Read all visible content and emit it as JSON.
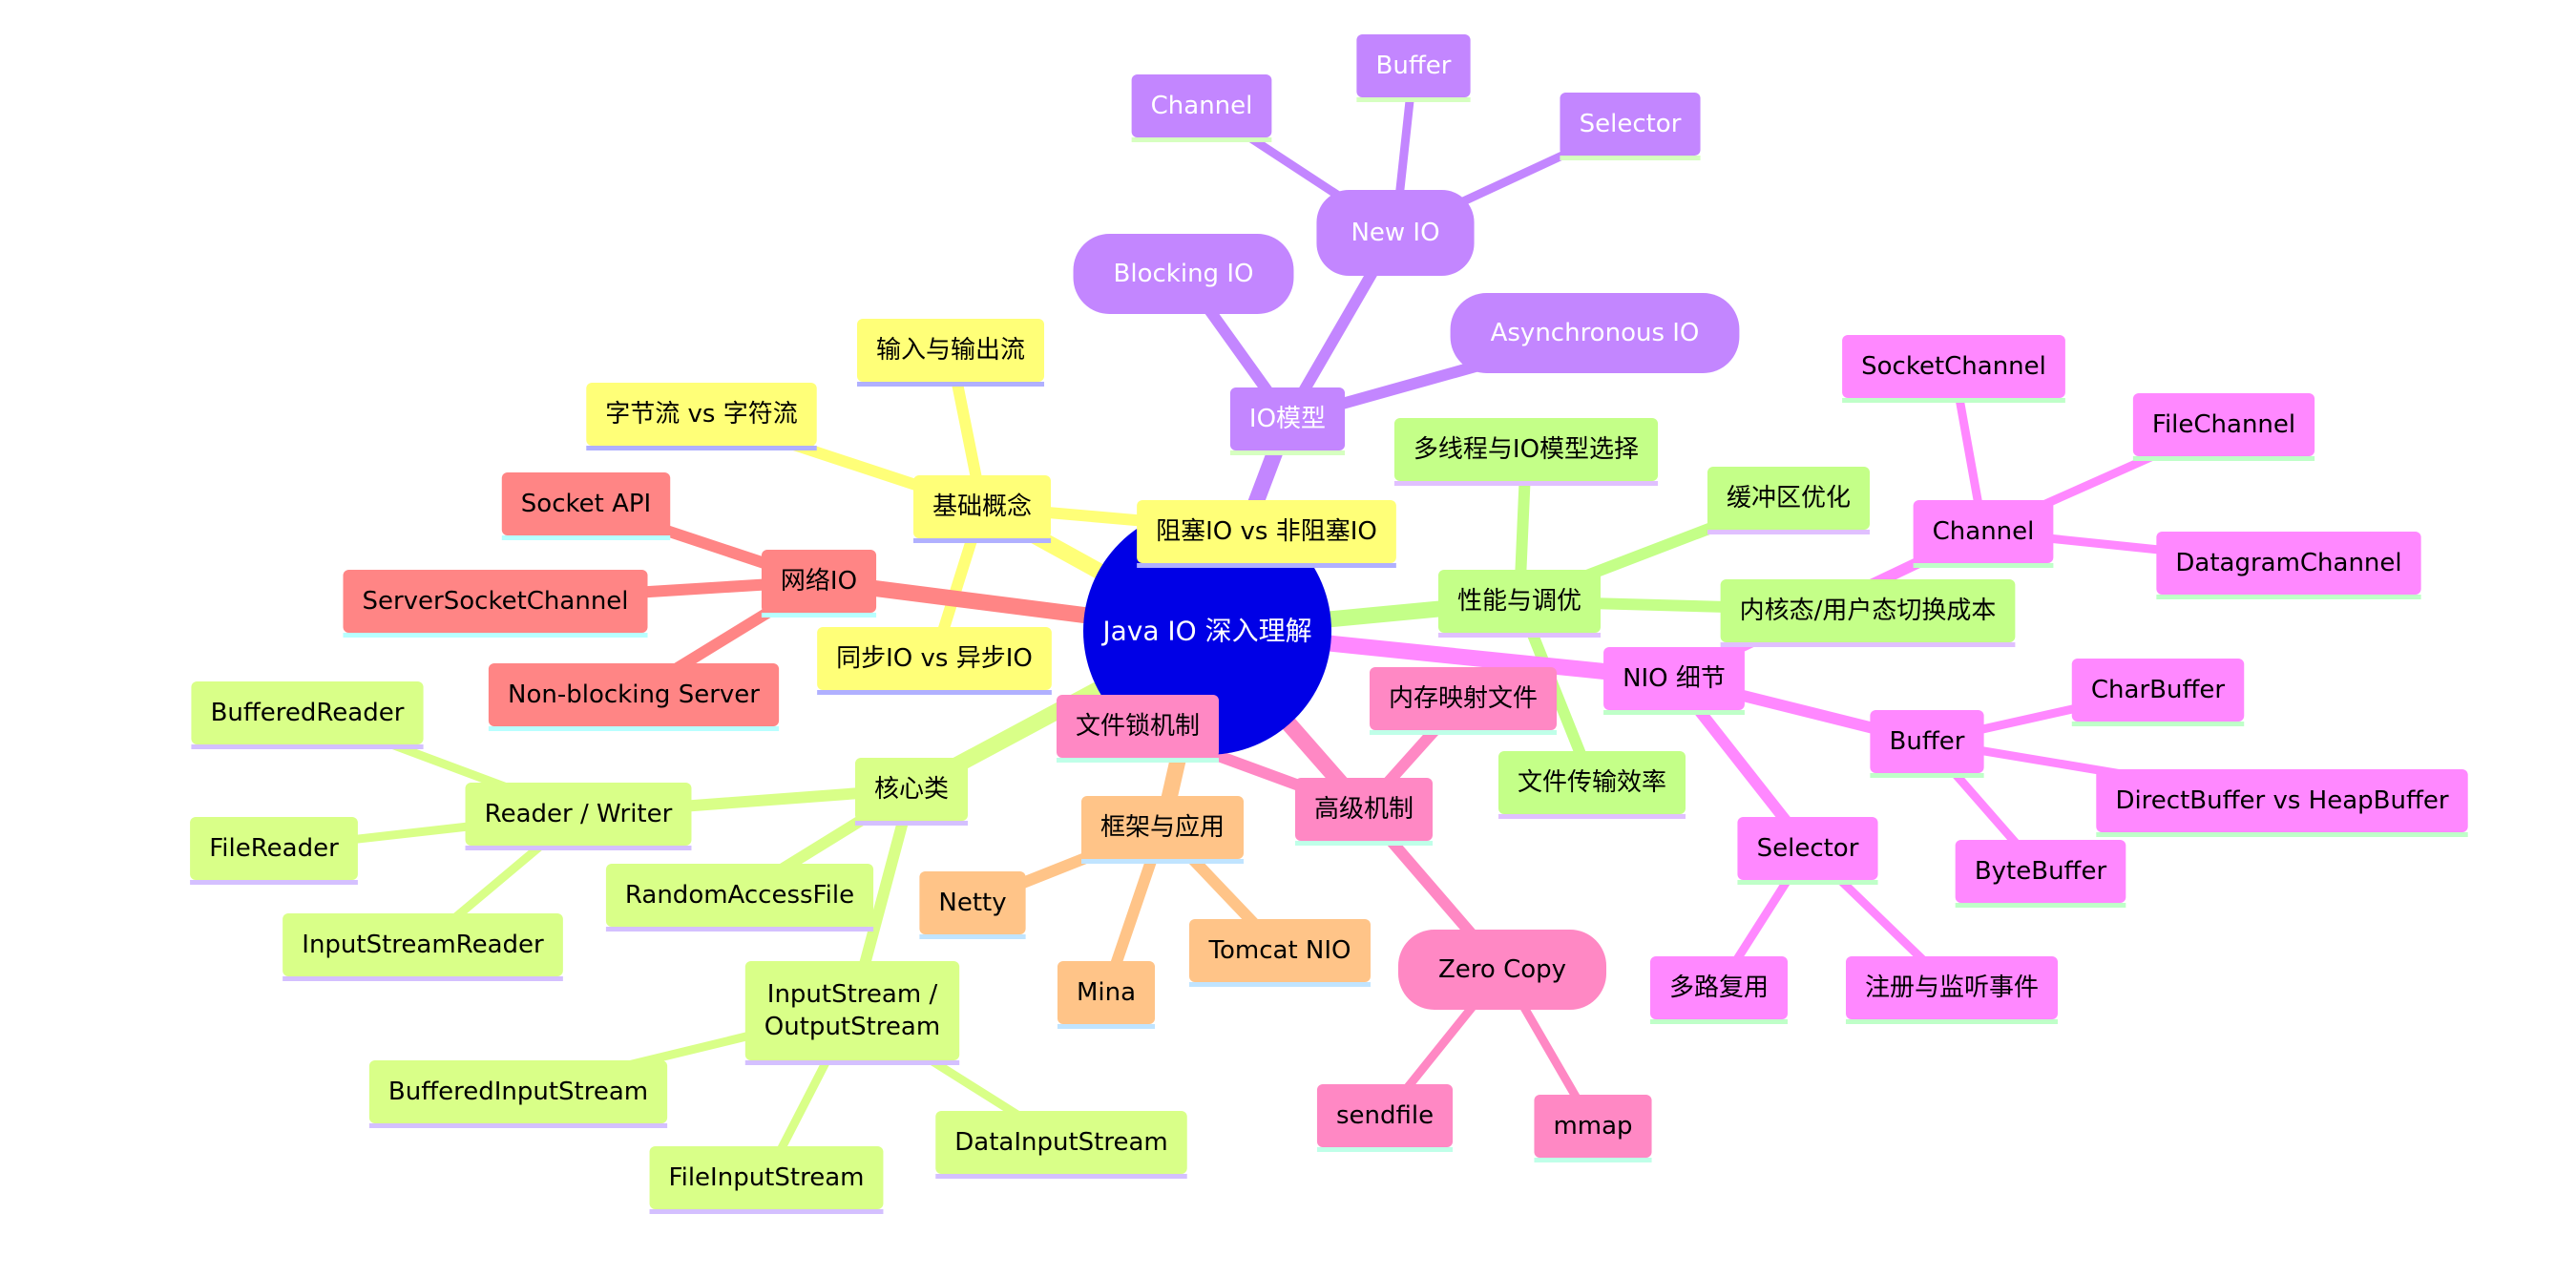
{
  "mindmap": {
    "root": {
      "label": "Java IO 深入理解",
      "color": "#0000e6",
      "text_color": "#ffffff"
    },
    "branches": [
      {
        "label": "基础概念",
        "color": "#ffff78",
        "stripe": "#b0b0ff",
        "text_color": "#000000",
        "children": [
          {
            "label": "输入与输出流"
          },
          {
            "label": "字节流 vs 字符流"
          },
          {
            "label": "阻塞IO vs 非阻塞IO"
          },
          {
            "label": "同步IO vs 异步IO"
          }
        ]
      },
      {
        "label": "IO模型",
        "color": "#c386ff",
        "stripe": "#d6ffc0",
        "text_color": "#ffffff",
        "children": [
          {
            "label": "Blocking IO",
            "shape": "pill"
          },
          {
            "label": "New IO",
            "shape": "round",
            "children": [
              {
                "label": "Channel"
              },
              {
                "label": "Buffer"
              },
              {
                "label": "Selector"
              }
            ]
          },
          {
            "label": "Asynchronous IO",
            "shape": "pill"
          }
        ]
      },
      {
        "label": "网络IO",
        "color": "#ff8585",
        "stripe": "#b8ffff",
        "text_color": "#000000",
        "children": [
          {
            "label": "Socket API"
          },
          {
            "label": "ServerSocketChannel"
          },
          {
            "label": "Non-blocking Server"
          }
        ]
      },
      {
        "label": "性能与调优",
        "color": "#c4ff88",
        "stripe": "#e0c0ff",
        "text_color": "#000000",
        "children": [
          {
            "label": "多线程与IO模型选择"
          },
          {
            "label": "缓冲区优化"
          },
          {
            "label": "内核态/用户态切换成本"
          },
          {
            "label": "文件传输效率"
          }
        ]
      },
      {
        "label": "NIO 细节",
        "color": "#ff88ff",
        "stripe": "#bfffc8",
        "text_color": "#000000",
        "children": [
          {
            "label": "Channel",
            "children": [
              {
                "label": "SocketChannel"
              },
              {
                "label": "FileChannel"
              },
              {
                "label": "DatagramChannel"
              }
            ]
          },
          {
            "label": "Buffer",
            "children": [
              {
                "label": "CharBuffer"
              },
              {
                "label": "DirectBuffer vs HeapBuffer"
              },
              {
                "label": "ByteBuffer"
              }
            ]
          },
          {
            "label": "Selector",
            "children": [
              {
                "label": "多路复用"
              },
              {
                "label": "注册与监听事件"
              }
            ]
          }
        ]
      },
      {
        "label": "高级机制",
        "color": "#ff88c4",
        "stripe": "#bfffe8",
        "text_color": "#000000",
        "children": [
          {
            "label": "内存映射文件"
          },
          {
            "label": "文件锁机制"
          },
          {
            "label": "Zero Copy",
            "shape": "pill",
            "children": [
              {
                "label": "sendfile"
              },
              {
                "label": "mmap"
              }
            ]
          }
        ]
      },
      {
        "label": "框架与应用",
        "color": "#ffc488",
        "stripe": "#c0e4ff",
        "text_color": "#000000",
        "children": [
          {
            "label": "Netty"
          },
          {
            "label": "Mina"
          },
          {
            "label": "Tomcat NIO"
          }
        ]
      },
      {
        "label": "核心类",
        "color": "#d9ff88",
        "stripe": "#d4c0ff",
        "text_color": "#000000",
        "children": [
          {
            "label": "Reader / Writer",
            "children": [
              {
                "label": "BufferedReader"
              },
              {
                "label": "FileReader"
              },
              {
                "label": "InputStreamReader"
              }
            ]
          },
          {
            "label": "RandomAccessFile"
          },
          {
            "label": "InputStream /\nOutputStream",
            "children": [
              {
                "label": "BufferedInputStream"
              },
              {
                "label": "FileInputStream"
              },
              {
                "label": "DataInputStream"
              }
            ]
          }
        ]
      }
    ]
  }
}
